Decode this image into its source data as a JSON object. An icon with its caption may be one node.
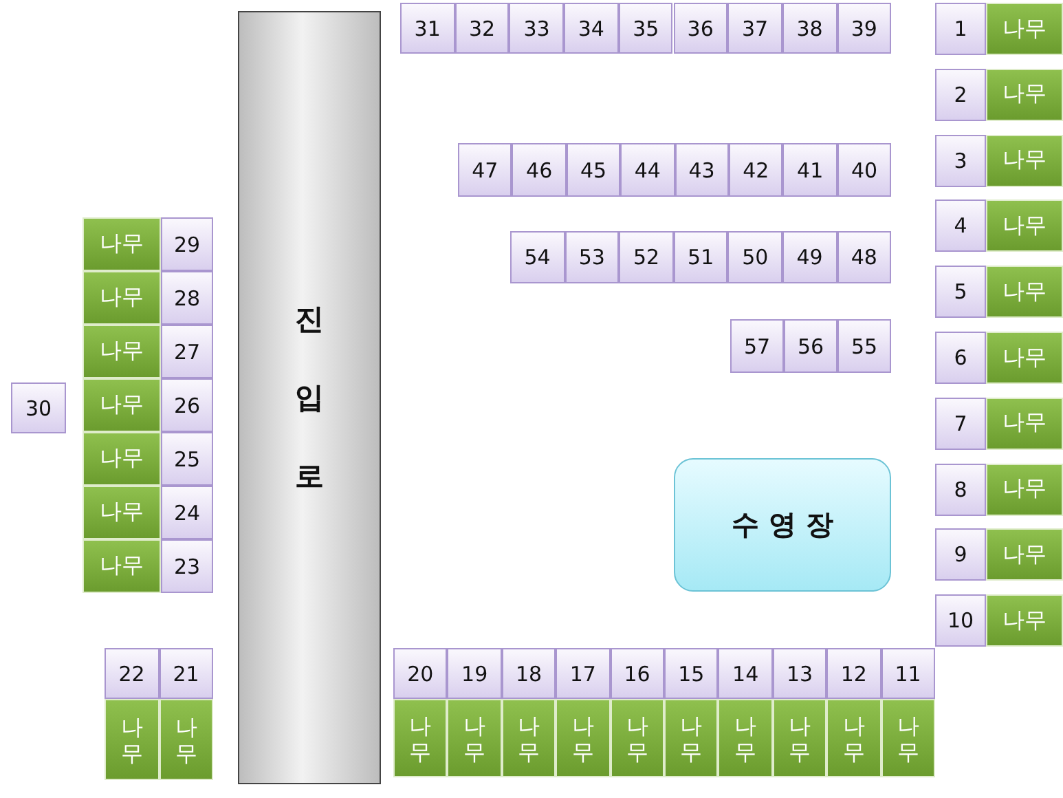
{
  "diagram": {
    "nodes": [
      {
        "text": [
          "진입로"
        ]
      },
      {
        "text": [
          "31"
        ]
      },
      {
        "text": [
          "32"
        ]
      },
      {
        "text": [
          "33"
        ]
      },
      {
        "text": [
          "34"
        ]
      },
      {
        "text": [
          "35"
        ]
      },
      {
        "text": [
          "36"
        ]
      },
      {
        "text": [
          "37"
        ]
      },
      {
        "text": [
          "38"
        ]
      },
      {
        "text": [
          "39"
        ]
      },
      {
        "text": [
          "1"
        ]
      },
      {
        "text": [
          "나무"
        ]
      },
      {
        "text": [
          "2"
        ]
      },
      {
        "text": [
          "나무"
        ]
      },
      {
        "text": [
          "3"
        ]
      },
      {
        "text": [
          "나무"
        ]
      },
      {
        "text": [
          "4"
        ]
      },
      {
        "text": [
          "나무"
        ]
      },
      {
        "text": [
          "5"
        ]
      },
      {
        "text": [
          "나무"
        ]
      },
      {
        "text": [
          "6"
        ]
      },
      {
        "text": [
          "나무"
        ]
      },
      {
        "text": [
          "7"
        ]
      },
      {
        "text": [
          "나무"
        ]
      },
      {
        "text": [
          "8"
        ]
      },
      {
        "text": [
          "나무"
        ]
      },
      {
        "text": [
          "9"
        ]
      },
      {
        "text": [
          "나무"
        ]
      },
      {
        "text": [
          "10"
        ]
      },
      {
        "text": [
          "나무"
        ]
      },
      {
        "text": [
          "47"
        ]
      },
      {
        "text": [
          "46"
        ]
      },
      {
        "text": [
          "45"
        ]
      },
      {
        "text": [
          "44"
        ]
      },
      {
        "text": [
          "43"
        ]
      },
      {
        "text": [
          "42"
        ]
      },
      {
        "text": [
          "41"
        ]
      },
      {
        "text": [
          "40"
        ]
      },
      {
        "text": [
          "54"
        ]
      },
      {
        "text": [
          "53"
        ]
      },
      {
        "text": [
          "52"
        ]
      },
      {
        "text": [
          "51"
        ]
      },
      {
        "text": [
          "50"
        ]
      },
      {
        "text": [
          "49"
        ]
      },
      {
        "text": [
          "48"
        ]
      },
      {
        "text": [
          "나무"
        ]
      },
      {
        "text": [
          "29"
        ]
      },
      {
        "text": [
          "나무"
        ]
      },
      {
        "text": [
          "28"
        ]
      },
      {
        "text": [
          "나무"
        ]
      },
      {
        "text": [
          "27"
        ]
      },
      {
        "text": [
          "나무"
        ]
      },
      {
        "text": [
          "26"
        ]
      },
      {
        "text": [
          "나무"
        ]
      },
      {
        "text": [
          "25"
        ]
      },
      {
        "text": [
          "나무"
        ]
      },
      {
        "text": [
          "24"
        ]
      },
      {
        "text": [
          "나무"
        ]
      },
      {
        "text": [
          "23"
        ]
      },
      {
        "text": [
          "57"
        ]
      },
      {
        "text": [
          "56"
        ]
      },
      {
        "text": [
          "55"
        ]
      },
      {
        "text": [
          "30"
        ]
      },
      {
        "text": [
          "수 영 장"
        ]
      },
      {
        "text": [
          "22"
        ]
      },
      {
        "text": [
          "21"
        ]
      },
      {
        "text": [
          "나무"
        ]
      },
      {
        "text": [
          "나무"
        ]
      },
      {
        "text": [
          "20"
        ]
      },
      {
        "text": [
          "19"
        ]
      },
      {
        "text": [
          "18"
        ]
      },
      {
        "text": [
          "17"
        ]
      },
      {
        "text": [
          "16"
        ]
      },
      {
        "text": [
          "15"
        ]
      },
      {
        "text": [
          "14"
        ]
      },
      {
        "text": [
          "13"
        ]
      },
      {
        "text": [
          "12"
        ]
      },
      {
        "text": [
          "11"
        ]
      },
      {
        "text": [
          "나무"
        ]
      },
      {
        "text": [
          "나무"
        ]
      },
      {
        "text": [
          "나무"
        ]
      },
      {
        "text": [
          "나무"
        ]
      },
      {
        "text": [
          "나무"
        ]
      },
      {
        "text": [
          "나무"
        ]
      },
      {
        "text": [
          "나무"
        ]
      },
      {
        "text": [
          "나무"
        ]
      },
      {
        "text": [
          "나무"
        ]
      },
      {
        "text": [
          "나무"
        ]
      }
    ]
  }
}
